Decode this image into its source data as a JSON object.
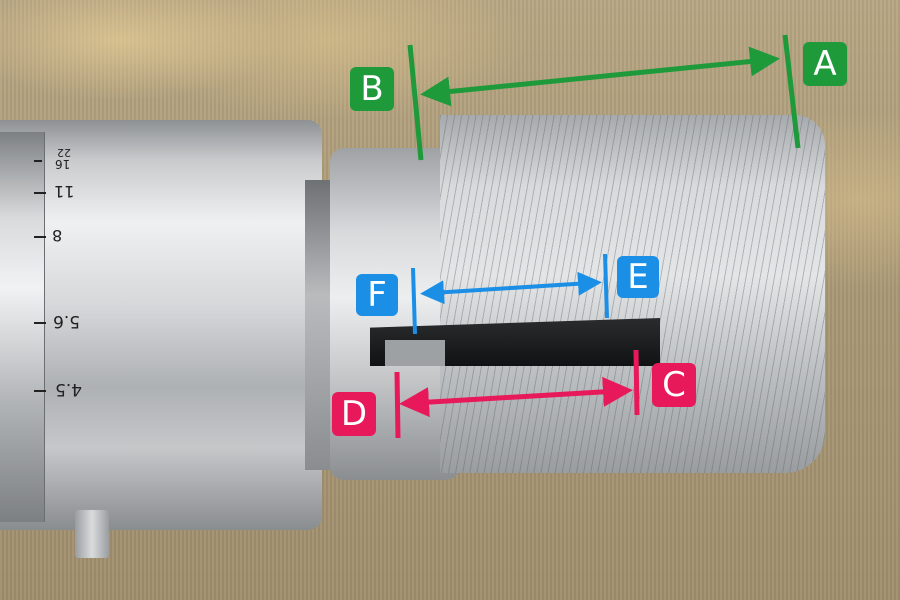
{
  "colors": {
    "green": "#1e9a3a",
    "blue": "#1b8fe6",
    "pink": "#e8195a"
  },
  "scale_marks": [
    "22",
    "16",
    "11",
    "8",
    "5.6",
    "4.5"
  ],
  "labels": {
    "a": "A",
    "b": "B",
    "c": "C",
    "d": "D",
    "e": "E",
    "f": "F"
  }
}
